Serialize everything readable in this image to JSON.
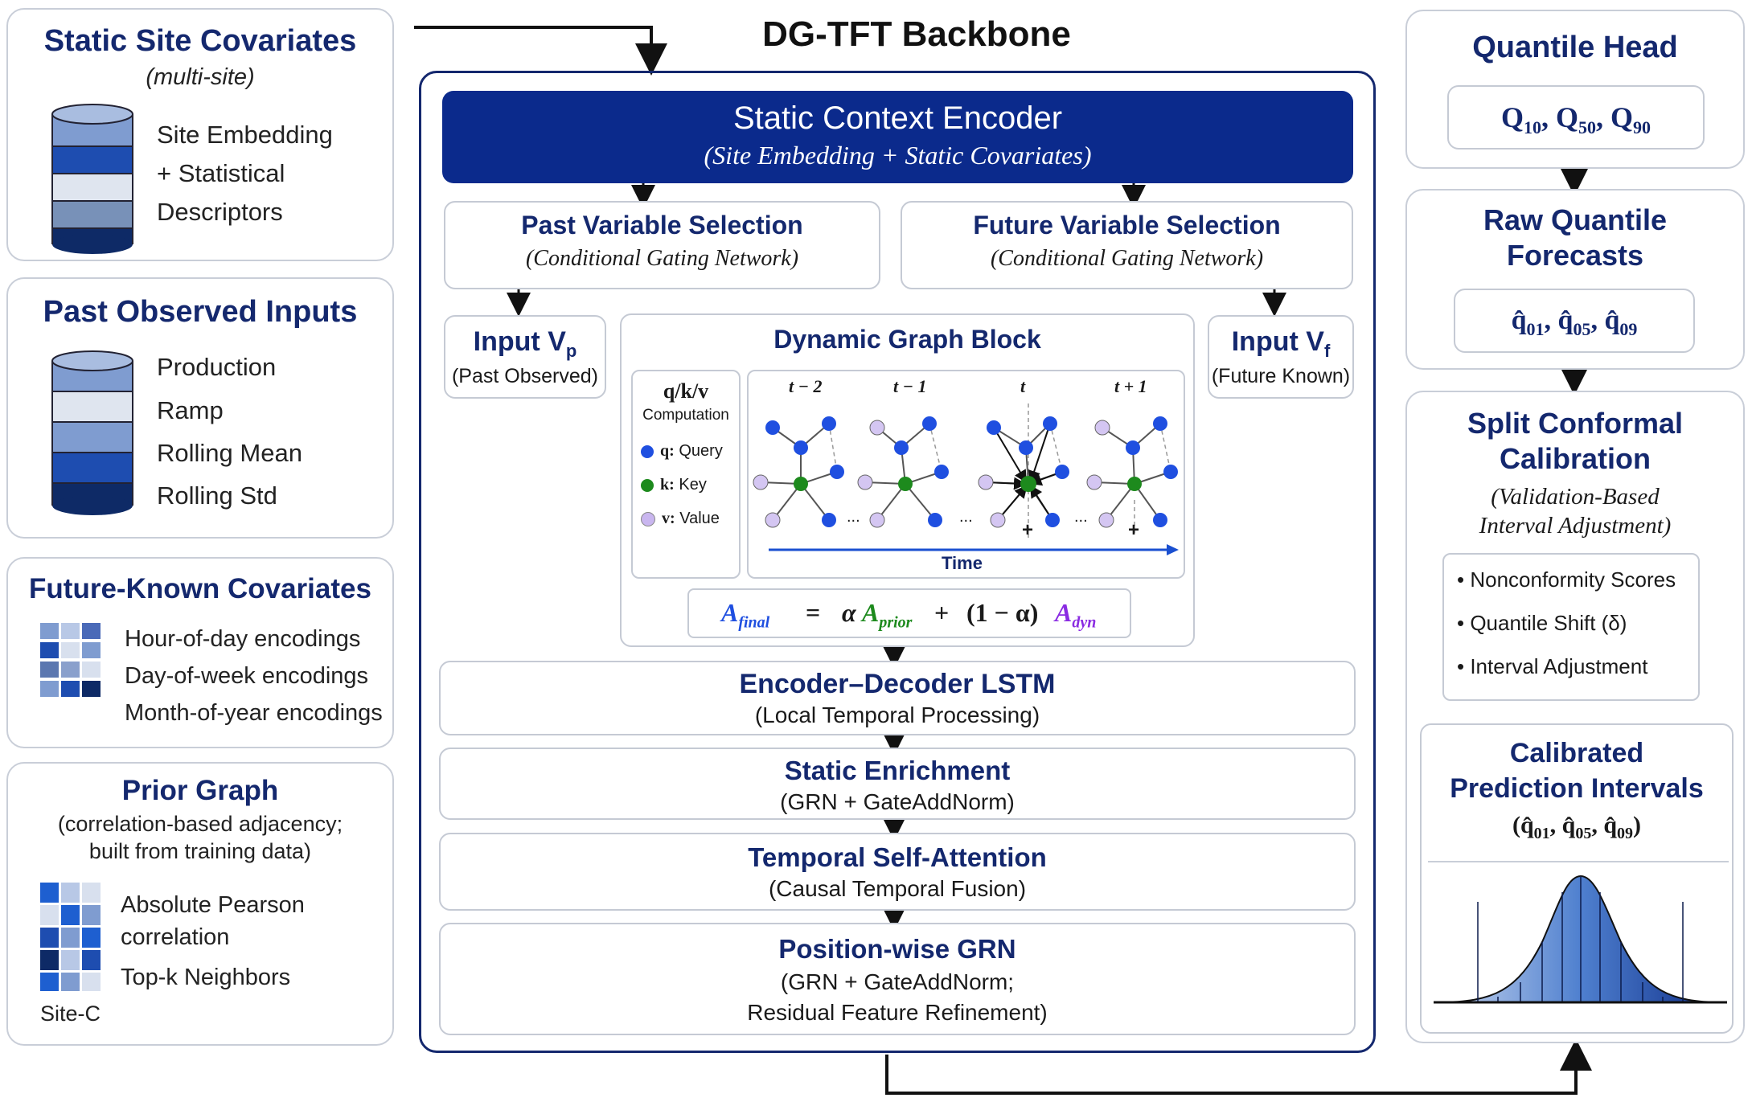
{
  "backbone": {
    "title": "DG-TFT Backbone"
  },
  "static_site": {
    "title": "Static Site Covariates",
    "subtitle": "(multi-site)",
    "items": [
      "Site Embedding",
      "+ Statistical",
      "Descriptors"
    ]
  },
  "past_obs": {
    "title": "Past Observed Inputs",
    "items": [
      "Production",
      "Ramp",
      "Rolling Mean",
      "Rolling Std"
    ]
  },
  "future_known": {
    "title": "Future-Known Covariates",
    "items": [
      "Hour-of-day encodings",
      "Day-of-week encodings",
      "Month-of-year encodings"
    ]
  },
  "prior_graph": {
    "title": "Prior Graph",
    "subtitle_1": "(correlation-based adjacency;",
    "subtitle_2": "built from training data)",
    "item_1": "Absolute Pearson",
    "item_2": "correlation",
    "item_3": "Top-k Neighbors",
    "site_label": "Site-C"
  },
  "static_encoder": {
    "title": "Static Context Encoder",
    "subtitle": "(Site Embedding + Static Covariates)"
  },
  "past_vs": {
    "title": "Past Variable Selection",
    "subtitle": "(Conditional Gating Network)"
  },
  "future_vs": {
    "title": "Future Variable Selection",
    "subtitle": "(Conditional Gating Network)"
  },
  "input_vp": {
    "title": "Input V",
    "sub": "p",
    "caption": "(Past Observed)"
  },
  "input_vf": {
    "title": "Input V",
    "sub": "f",
    "caption": "(Future Known)"
  },
  "dgb": {
    "title": "Dynamic Graph Block",
    "legend_title": "q/k/v",
    "legend_subtitle": "Computation",
    "legend": [
      {
        "key": "q:",
        "label": "Query",
        "color": "#1f4fe0"
      },
      {
        "key": "k:",
        "label": "Key",
        "color": "#1d8a1d"
      },
      {
        "key": "v:",
        "label": "Value",
        "color": "#c9b6ef"
      }
    ],
    "time_labels": [
      "t − 2",
      "t − 1",
      "t",
      "t + 1"
    ],
    "dots": "...",
    "plus": "+",
    "time_axis": "Time",
    "formula": {
      "a_final": "A",
      "final_sub": "final",
      "eq": "=",
      "alpha": "α",
      "a_prior": "A",
      "prior_sub": "prior",
      "plus": "+",
      "one_minus_alpha": "(1 − α)",
      "a_dyn": "A",
      "dyn_sub": "dyn"
    }
  },
  "lstm": {
    "title": "Encoder–Decoder LSTM",
    "subtitle": "(Local Temporal Processing)"
  },
  "enrich": {
    "title": "Static Enrichment",
    "subtitle": "(GRN + GateAddNorm)"
  },
  "attn": {
    "title": "Temporal Self-Attention",
    "subtitle": "(Causal Temporal Fusion)"
  },
  "grn": {
    "title": "Position-wise GRN",
    "subtitle_1": "(GRN + GateAddNorm;",
    "subtitle_2": "Residual Feature Refinement)"
  },
  "quantile_head": {
    "title": "Quantile Head",
    "quantiles": [
      {
        "letter": "Q",
        "sub": "10",
        "sep": ","
      },
      {
        "letter": "Q",
        "sub": "50",
        "sep": ","
      },
      {
        "letter": "Q",
        "sub": "90",
        "sep": ""
      }
    ]
  },
  "raw_forecasts": {
    "title_1": "Raw Quantile",
    "title_2": "Forecasts",
    "quantiles": [
      {
        "letter": "q̂",
        "sub": "01",
        "sep": ","
      },
      {
        "letter": "q̂",
        "sub": "05",
        "sep": ","
      },
      {
        "letter": "q̂",
        "sub": "09",
        "sep": ""
      }
    ]
  },
  "conformal": {
    "title_1": "Split Conformal",
    "title_2": "Calibration",
    "subtitle_1": "(Validation-Based",
    "subtitle_2": "Interval Adjustment)",
    "bullets": [
      "• Nonconformity Scores",
      "• Quantile Shift  (δ)",
      "• Interval Adjustment"
    ]
  },
  "calibrated": {
    "title_1": "Calibrated",
    "title_2": "Prediction Intervals",
    "open": "(",
    "close": ")",
    "quantiles": [
      {
        "letter": "q̂",
        "sub": "01",
        "sep": ","
      },
      {
        "letter": "q̂",
        "sub": "05",
        "sep": ","
      },
      {
        "letter": "q̂",
        "sub": "09",
        "sep": ""
      }
    ]
  },
  "colors": {
    "navy": "#14286e",
    "encoder_fill": "#0b2a8c",
    "query": "#1f4fe0",
    "key": "#1d8a1d",
    "value": "#c9b6ef",
    "purple": "#8a2be2"
  }
}
